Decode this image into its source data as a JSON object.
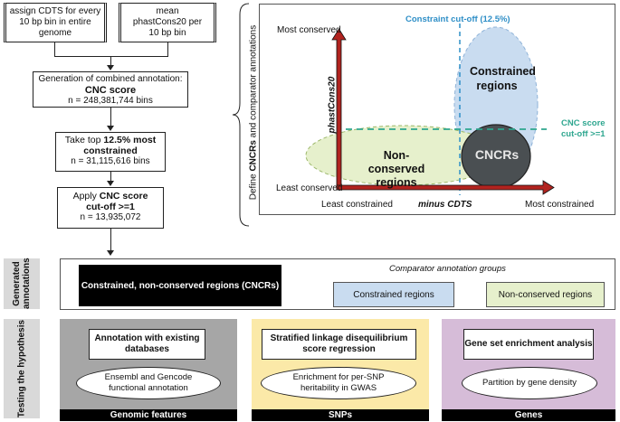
{
  "flow": {
    "assign_cdts": "assign CDTS for every 10 bp bin in entire genome",
    "mean_phastcons": "mean phastCons20 per 10 bp bin",
    "combined_title": "Generation of combined annotation:",
    "cnc_score": "CNC score",
    "combined_n": "n = 248,381,744 bins",
    "take_top_prefix": "Take top ",
    "take_top_bold": "12.5% most constrained",
    "take_top_n": "n = 31,115,616 bins",
    "apply_prefix": "Apply ",
    "apply_bold": "CNC score cut-off >=1",
    "apply_n": "n = 13,935,072"
  },
  "brace_label": {
    "prefix": "Define ",
    "bold": "CNCRs",
    "suffix": " and comparator annotations"
  },
  "plot": {
    "y_axis_label": "phastCons20",
    "x_axis_label": "minus CDTS",
    "y_top": "Most conserved",
    "y_bottom": "Least conserved",
    "x_left": "Least constrained",
    "x_right": "Most constrained",
    "constraint_cutoff": "Constraint cut-off (12.5%)",
    "cnc_cutoff_line1": "CNC score",
    "cnc_cutoff_line2": "cut-off >=1",
    "constrained_regions": "Constrained regions",
    "non_conserved_regions": "Non-conserved regions",
    "cncrs": "CNCRs"
  },
  "generated": {
    "side_label": "Generated annotations",
    "cncr_box": "Constrained, non-conserved regions (CNCRs)",
    "comparator_title": "Comparator annotation groups",
    "constrained_box": "Constrained regions",
    "nonconserved_box": "Non-conserved regions"
  },
  "testing": {
    "side_label": "Testing the hypothesis",
    "panels": [
      {
        "title": "Annotation with existing databases",
        "oval": "Ensembl and Gencode functional annotation",
        "footer": "Genomic features"
      },
      {
        "title": "Stratified linkage disequilibrium score regression",
        "oval": "Enrichment for per-SNP heritability in GWAS",
        "footer": "SNPs"
      },
      {
        "title": "Gene set enrichment analysis",
        "oval": "Partition by gene density",
        "footer": "Genes"
      }
    ]
  },
  "colors": {
    "constrained_fill": "#c9dcf0",
    "nonconserved_fill": "#e6f0cc",
    "cncr_fill": "#4a4f52",
    "cutoff_blue": "#2f8fc7",
    "cutoff_green": "#2ea68f",
    "axis_red": "#b1231f",
    "panel_gray": "#a6a6a6",
    "panel_yellow": "#fbe9a8",
    "panel_purple": "#d6bcd8"
  }
}
